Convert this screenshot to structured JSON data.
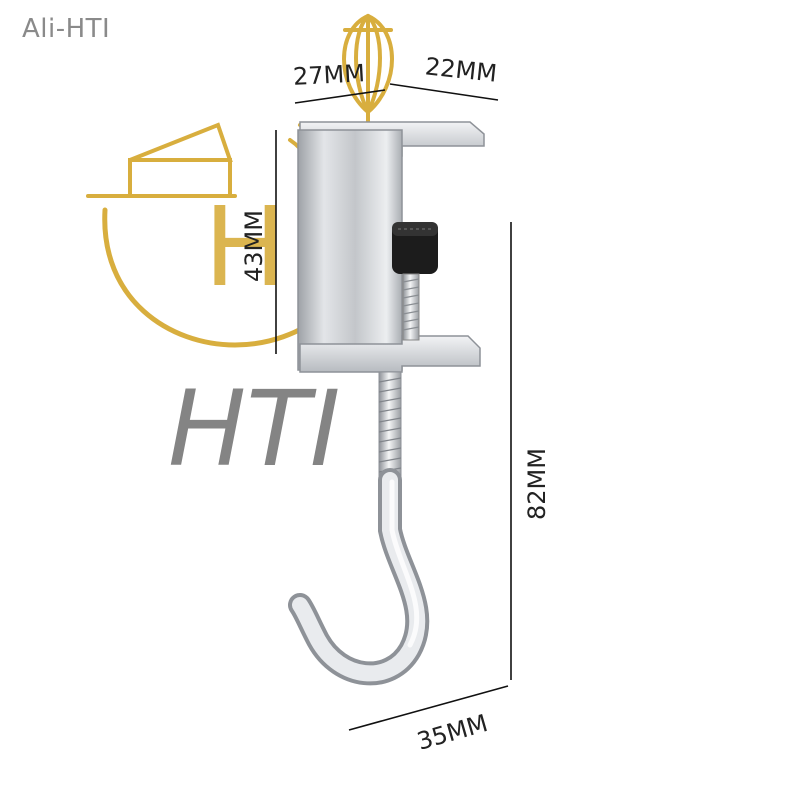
{
  "store": {
    "name": "Ali-HTI"
  },
  "watermark": {
    "monogram": "H",
    "brand": "HTI",
    "gold": "#D8AE3E",
    "gray": "#6f6f6f"
  },
  "dimensions": {
    "top_left": "27MM",
    "top_right": "22MM",
    "height_inner": "43MM",
    "height_total": "82MM",
    "bottom": "35MM"
  },
  "product": {
    "metal": "#c9ccd0",
    "knob": "#1c1c1c"
  }
}
